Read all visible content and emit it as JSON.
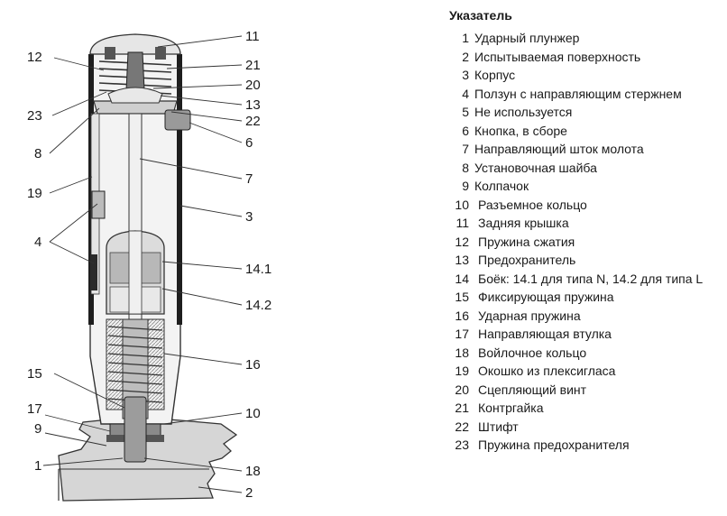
{
  "legend": {
    "title": "Указатель",
    "items": [
      {
        "num": "1",
        "text": "Ударный плунжер"
      },
      {
        "num": "2",
        "text": "Испытываемая поверхность"
      },
      {
        "num": "3",
        "text": "Корпус"
      },
      {
        "num": "4",
        "text": "Ползун с направляющим стержнем"
      },
      {
        "num": "5",
        "text": "Не используется"
      },
      {
        "num": "6",
        "text": "Кнопка, в сборе"
      },
      {
        "num": "7",
        "text": "Направляющий шток молота"
      },
      {
        "num": "8",
        "text": "Установочная шайба"
      },
      {
        "num": "9",
        "text": "Колпачок"
      },
      {
        "num": "10",
        "text": "Разъемное кольцо"
      },
      {
        "num": "11",
        "text": "Задняя крышка"
      },
      {
        "num": "12",
        "text": "Пружина сжатия"
      },
      {
        "num": "13",
        "text": "Предохранитель"
      },
      {
        "num": "14",
        "text": "Боёк: 14.1 для типа N, 14.2 для типа L"
      },
      {
        "num": "15",
        "text": "Фиксирующая пружина"
      },
      {
        "num": "16",
        "text": "Ударная пружина"
      },
      {
        "num": "17",
        "text": "Направляющая втулка"
      },
      {
        "num": "18",
        "text": "Войлочное кольцо"
      },
      {
        "num": "19",
        "text": "Окошко из плексигласа"
      },
      {
        "num": "20",
        "text": "Сцепляющий винт"
      },
      {
        "num": "21",
        "text": "Контргайка"
      },
      {
        "num": "22",
        "text": "Штифт"
      },
      {
        "num": "23",
        "text": "Пружина предохранителя"
      }
    ]
  },
  "callouts": {
    "c11": "11",
    "c12": "12",
    "c21": "21",
    "c20": "20",
    "c13": "13",
    "c23": "23",
    "c22": "22",
    "c6": "6",
    "c8": "8",
    "c7": "7",
    "c19": "19",
    "c3": "3",
    "c4": "4",
    "c14_1": "14.1",
    "c14_2": "14.2",
    "c16": "16",
    "c15": "15",
    "c10": "10",
    "c17": "17",
    "c9": "9",
    "c1": "1",
    "c18": "18",
    "c2": "2"
  }
}
